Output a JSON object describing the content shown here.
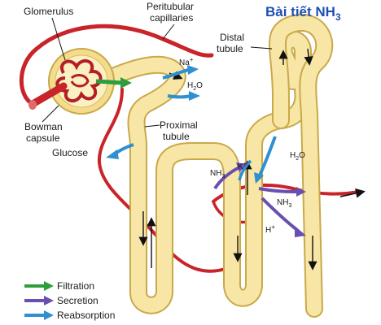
{
  "title": {
    "main": "Bài tiết NH",
    "sub": "3"
  },
  "labels": {
    "glomerulus": "Glomerulus",
    "peritubular_1": "Peritubular",
    "peritubular_2": "capillaries",
    "distal_1": "Distal",
    "distal_2": "tubule",
    "bowman_1": "Bowman",
    "bowman_2": "capsule",
    "glucose": "Glucose",
    "proximal_1": "Proximal",
    "proximal_2": "tubule",
    "na": "Na",
    "na_sup": "+",
    "h2o_top_h": "H",
    "h2o_top_2": "2",
    "h2o_top_o": "O",
    "h2o_right_h": "H",
    "h2o_right_2": "2",
    "h2o_right_o": "O",
    "nh3_left": "NH",
    "nh3_left_sub": "3",
    "k": "K",
    "k_sup": "+",
    "nh3_right": "NH",
    "nh3_right_sub": "3",
    "h": "H",
    "h_sup": "+"
  },
  "legend": [
    {
      "label": "Filtration",
      "color": "#2e9e3c"
    },
    {
      "label": "Secretion",
      "color": "#6a4fb0"
    },
    {
      "label": "Reabsorption",
      "color": "#2f8fd0"
    }
  ],
  "colors": {
    "tubule_fill": "#f7e6a6",
    "tubule_edge": "#c9a94a",
    "capillary": "#c8242a",
    "capsule": "#f3dc8c",
    "title": "#1f4fb4"
  }
}
